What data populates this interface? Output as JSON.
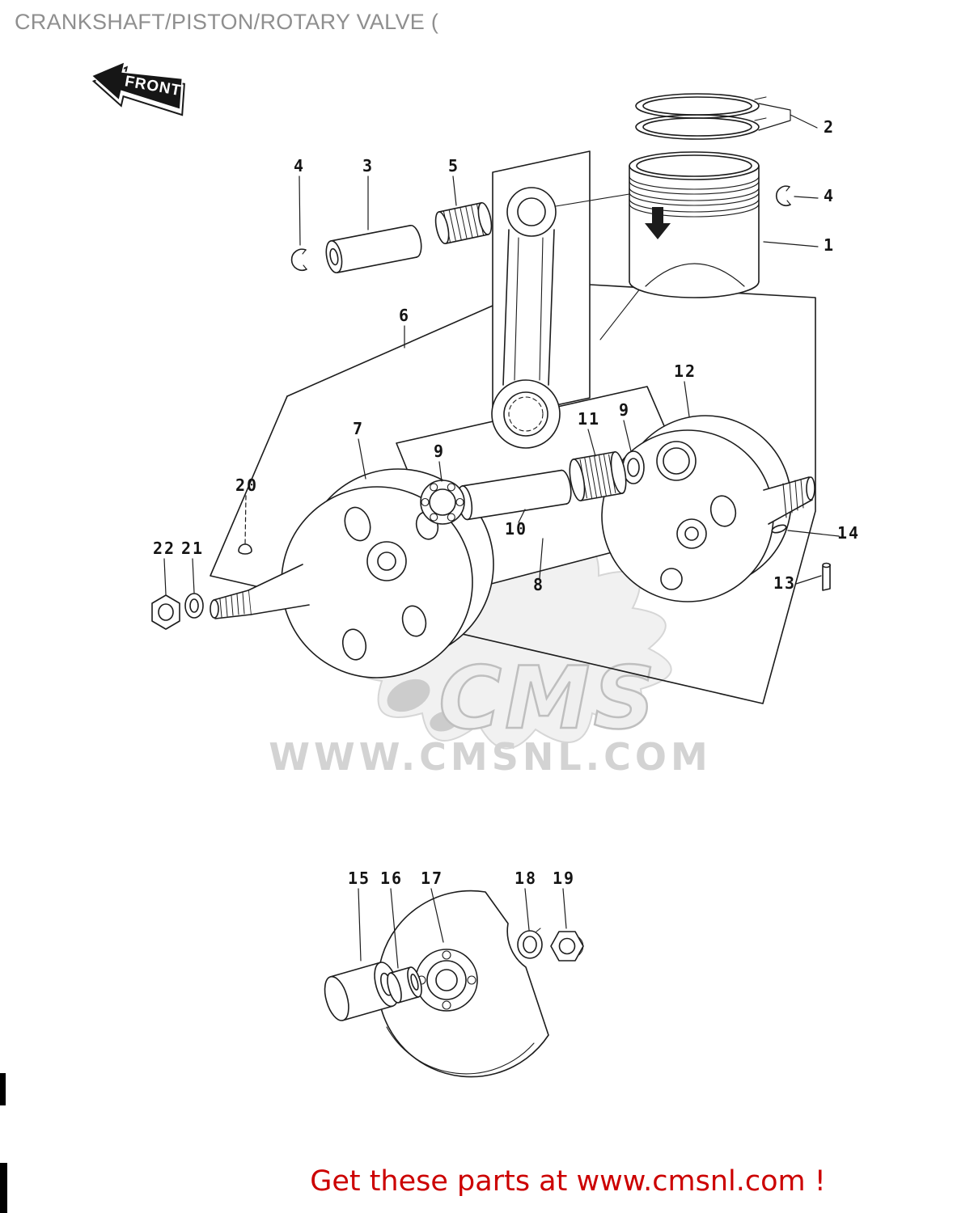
{
  "page": {
    "title": "CRANKSHAFT/PISTON/ROTARY VALVE (",
    "front_label": "FRONT"
  },
  "watermark": {
    "logo_text": "CMS",
    "site_text": "WWW.CMSNL.COM"
  },
  "footer": {
    "promo_text": "Get these parts at www.cmsnl.com !",
    "accent_color": "#cc0000"
  },
  "diagram": {
    "ink_color": "#1c1c1c",
    "callouts": [
      {
        "label": "2"
      },
      {
        "label": "4"
      },
      {
        "label": "1"
      },
      {
        "label": "4"
      },
      {
        "label": "3"
      },
      {
        "label": "5"
      },
      {
        "label": "6"
      },
      {
        "label": "12"
      },
      {
        "label": "7"
      },
      {
        "label": "9"
      },
      {
        "label": "11"
      },
      {
        "label": "9"
      },
      {
        "label": "10"
      },
      {
        "label": "8"
      },
      {
        "label": "20"
      },
      {
        "label": "22"
      },
      {
        "label": "21"
      },
      {
        "label": "14"
      },
      {
        "label": "13"
      },
      {
        "label": "15"
      },
      {
        "label": "16"
      },
      {
        "label": "17"
      },
      {
        "label": "18"
      },
      {
        "label": "19"
      }
    ]
  }
}
